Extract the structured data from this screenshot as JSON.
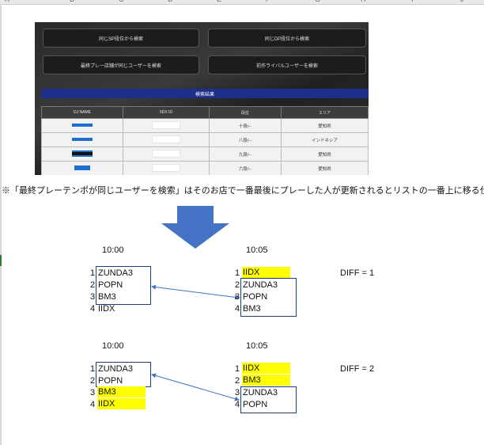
{
  "sheet": {
    "columns": [
      "A",
      "B",
      "C",
      "D",
      "E",
      "F",
      "G",
      "H",
      "I",
      "J"
    ]
  },
  "screenshot": {
    "buttons": [
      "同じSP段位から検索",
      "同じDP段位から検索",
      "最終プレー店舗が同じユーザーを検索",
      "前作ライバルユーザーを検索"
    ],
    "results_title": "検索結果",
    "columns": [
      "DJ NAME",
      "IIDX ID",
      "段位",
      "エリア"
    ],
    "rows": [
      {
        "rank": "十段/--",
        "area": "愛知県"
      },
      {
        "rank": "八段/--",
        "area": "インドネシア"
      },
      {
        "rank": "九段/--",
        "area": "愛知県"
      },
      {
        "rank": "六段/--",
        "area": "愛知県"
      }
    ]
  },
  "note": "※「最終プレーテンポが同じユーザーを検索」はそのお店で一番最後にプレーした人が更新されるとリストの一番上に移る仕様",
  "examples": [
    {
      "left_time": "10:00",
      "right_time": "10:05",
      "diff": "DIFF = 1",
      "left": [
        {
          "n": "1",
          "name": "ZUNDA3"
        },
        {
          "n": "2",
          "name": "POPN"
        },
        {
          "n": "3",
          "name": "BM3"
        },
        {
          "n": "4",
          "name": "IIDX"
        }
      ],
      "right": [
        {
          "n": "1",
          "name": "IIDX"
        },
        {
          "n": "2",
          "name": "ZUNDA3"
        },
        {
          "n": "3",
          "name": "POPN"
        },
        {
          "n": "4",
          "name": "BM3"
        }
      ]
    },
    {
      "left_time": "10:00",
      "right_time": "10:05",
      "diff": "DIFF = 2",
      "left": [
        {
          "n": "1",
          "name": "ZUNDA3"
        },
        {
          "n": "2",
          "name": "POPN"
        },
        {
          "n": "3",
          "name": "BM3"
        },
        {
          "n": "4",
          "name": "IIDX"
        }
      ],
      "right": [
        {
          "n": "1",
          "name": "IIDX"
        },
        {
          "n": "2",
          "name": "BM3"
        },
        {
          "n": "3",
          "name": "ZUNDA3"
        },
        {
          "n": "4",
          "name": "POPN"
        }
      ]
    }
  ],
  "colors": {
    "highlight": "#ffff00",
    "arrow": "#4472c4",
    "result_bar": "#1d2f8a"
  }
}
